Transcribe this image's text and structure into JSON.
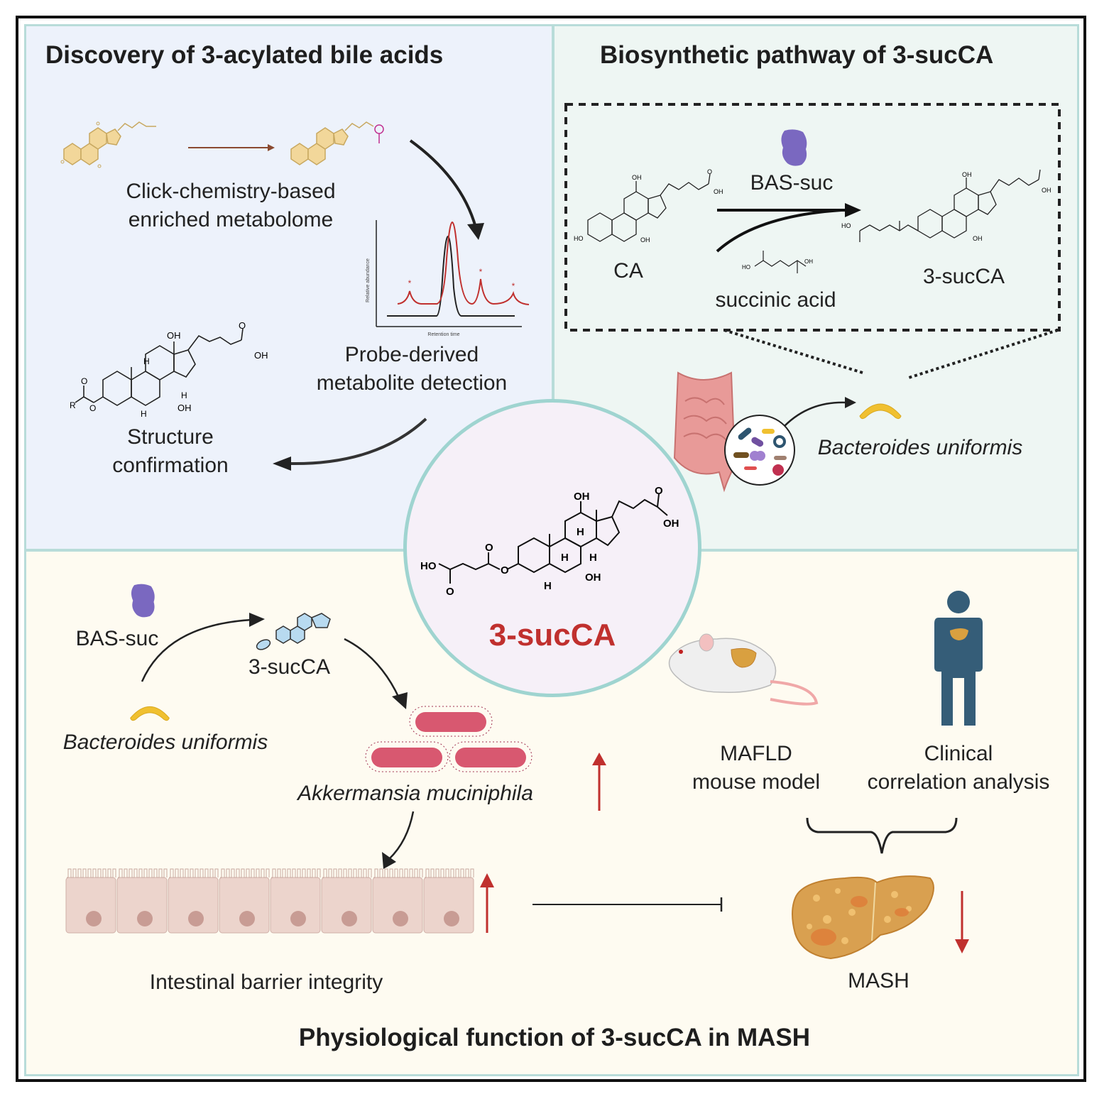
{
  "panels": {
    "discovery": {
      "title": "Discovery of 3-acylated bile acids",
      "step1_line1": "Click-chemistry-based",
      "step1_line2": "enriched metabolome",
      "step2_line1": "Probe-derived",
      "step2_line2": "metabolite detection",
      "step3_line1": "Structure",
      "step3_line2": "confirmation",
      "chromatogram": {
        "ylabel": "Relative abundance",
        "xlabel": "Retention time",
        "peak_marker": "*"
      },
      "structure_labels": {
        "r": "R",
        "oh": "OH",
        "h": "H",
        "o": "O"
      }
    },
    "biosynthesis": {
      "title": "Biosynthetic pathway of 3-sucCA",
      "substrate": "CA",
      "enzyme": "BAS-suc",
      "cosubstrate": "succinic acid",
      "product": "3-sucCA",
      "organism": "Bacteroides uniformis"
    },
    "center": {
      "label": "3-sucCA",
      "atoms": {
        "oh": "OH",
        "ho": "HO",
        "h": "H",
        "o": "O"
      }
    },
    "physiology": {
      "title": "Physiological function of 3-sucCA in MASH",
      "enzyme": "BAS-suc",
      "metabolite": "3-sucCA",
      "source_organism": "Bacteroides uniformis",
      "target_organism": "Akkermansia muciniphila",
      "barrier": "Intestinal barrier integrity",
      "mouse_line1": "MAFLD",
      "mouse_line2": "mouse model",
      "clinical_line1": "Clinical",
      "clinical_line2": "correlation analysis",
      "disease": "MASH"
    }
  },
  "colors": {
    "accent_red": "#c0302e",
    "panel_border": "#b8dcd9",
    "enzyme_purple": "#7a68c0",
    "bacteroides_yellow": "#f0c030",
    "akkermansia_pink": "#d85870",
    "person_blue": "#355d78"
  }
}
